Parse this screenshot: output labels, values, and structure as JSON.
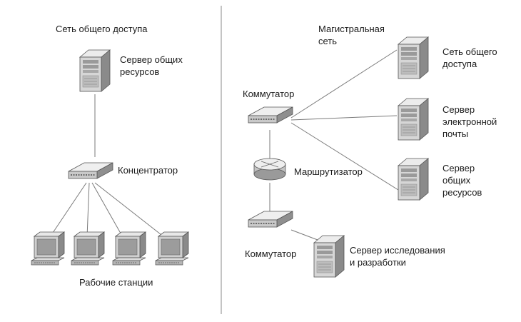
{
  "left_network": {
    "title": "Сеть общего доступа",
    "server_label_line1": "Сервер общих",
    "server_label_line2": "ресурсов",
    "hub_label": "Концентратор",
    "workstations_label": "Рабочие станции",
    "workstation_count": 4
  },
  "right_network": {
    "title_line1": "Магистральная",
    "title_line2": "сеть",
    "switch_top_label": "Коммутатор",
    "router_label": "Маршрутизатор",
    "switch_bottom_label": "Коммутатор",
    "server_public_line1": "Сеть общего",
    "server_public_line2": "доступа",
    "server_mail_line1": "Сервер",
    "server_mail_line2": "электронной",
    "server_mail_line3": "почты",
    "server_shared_line1": "Сервер",
    "server_shared_line2": "общих",
    "server_shared_line3": "ресурсов",
    "server_rnd_line1": "Сервер исследования",
    "server_rnd_line2": "и разработки"
  },
  "colors": {
    "line": "#7a7a7a",
    "device_light": "#e4e4e4",
    "device_mid": "#b8b8b8",
    "device_dark": "#6e6e6e"
  }
}
